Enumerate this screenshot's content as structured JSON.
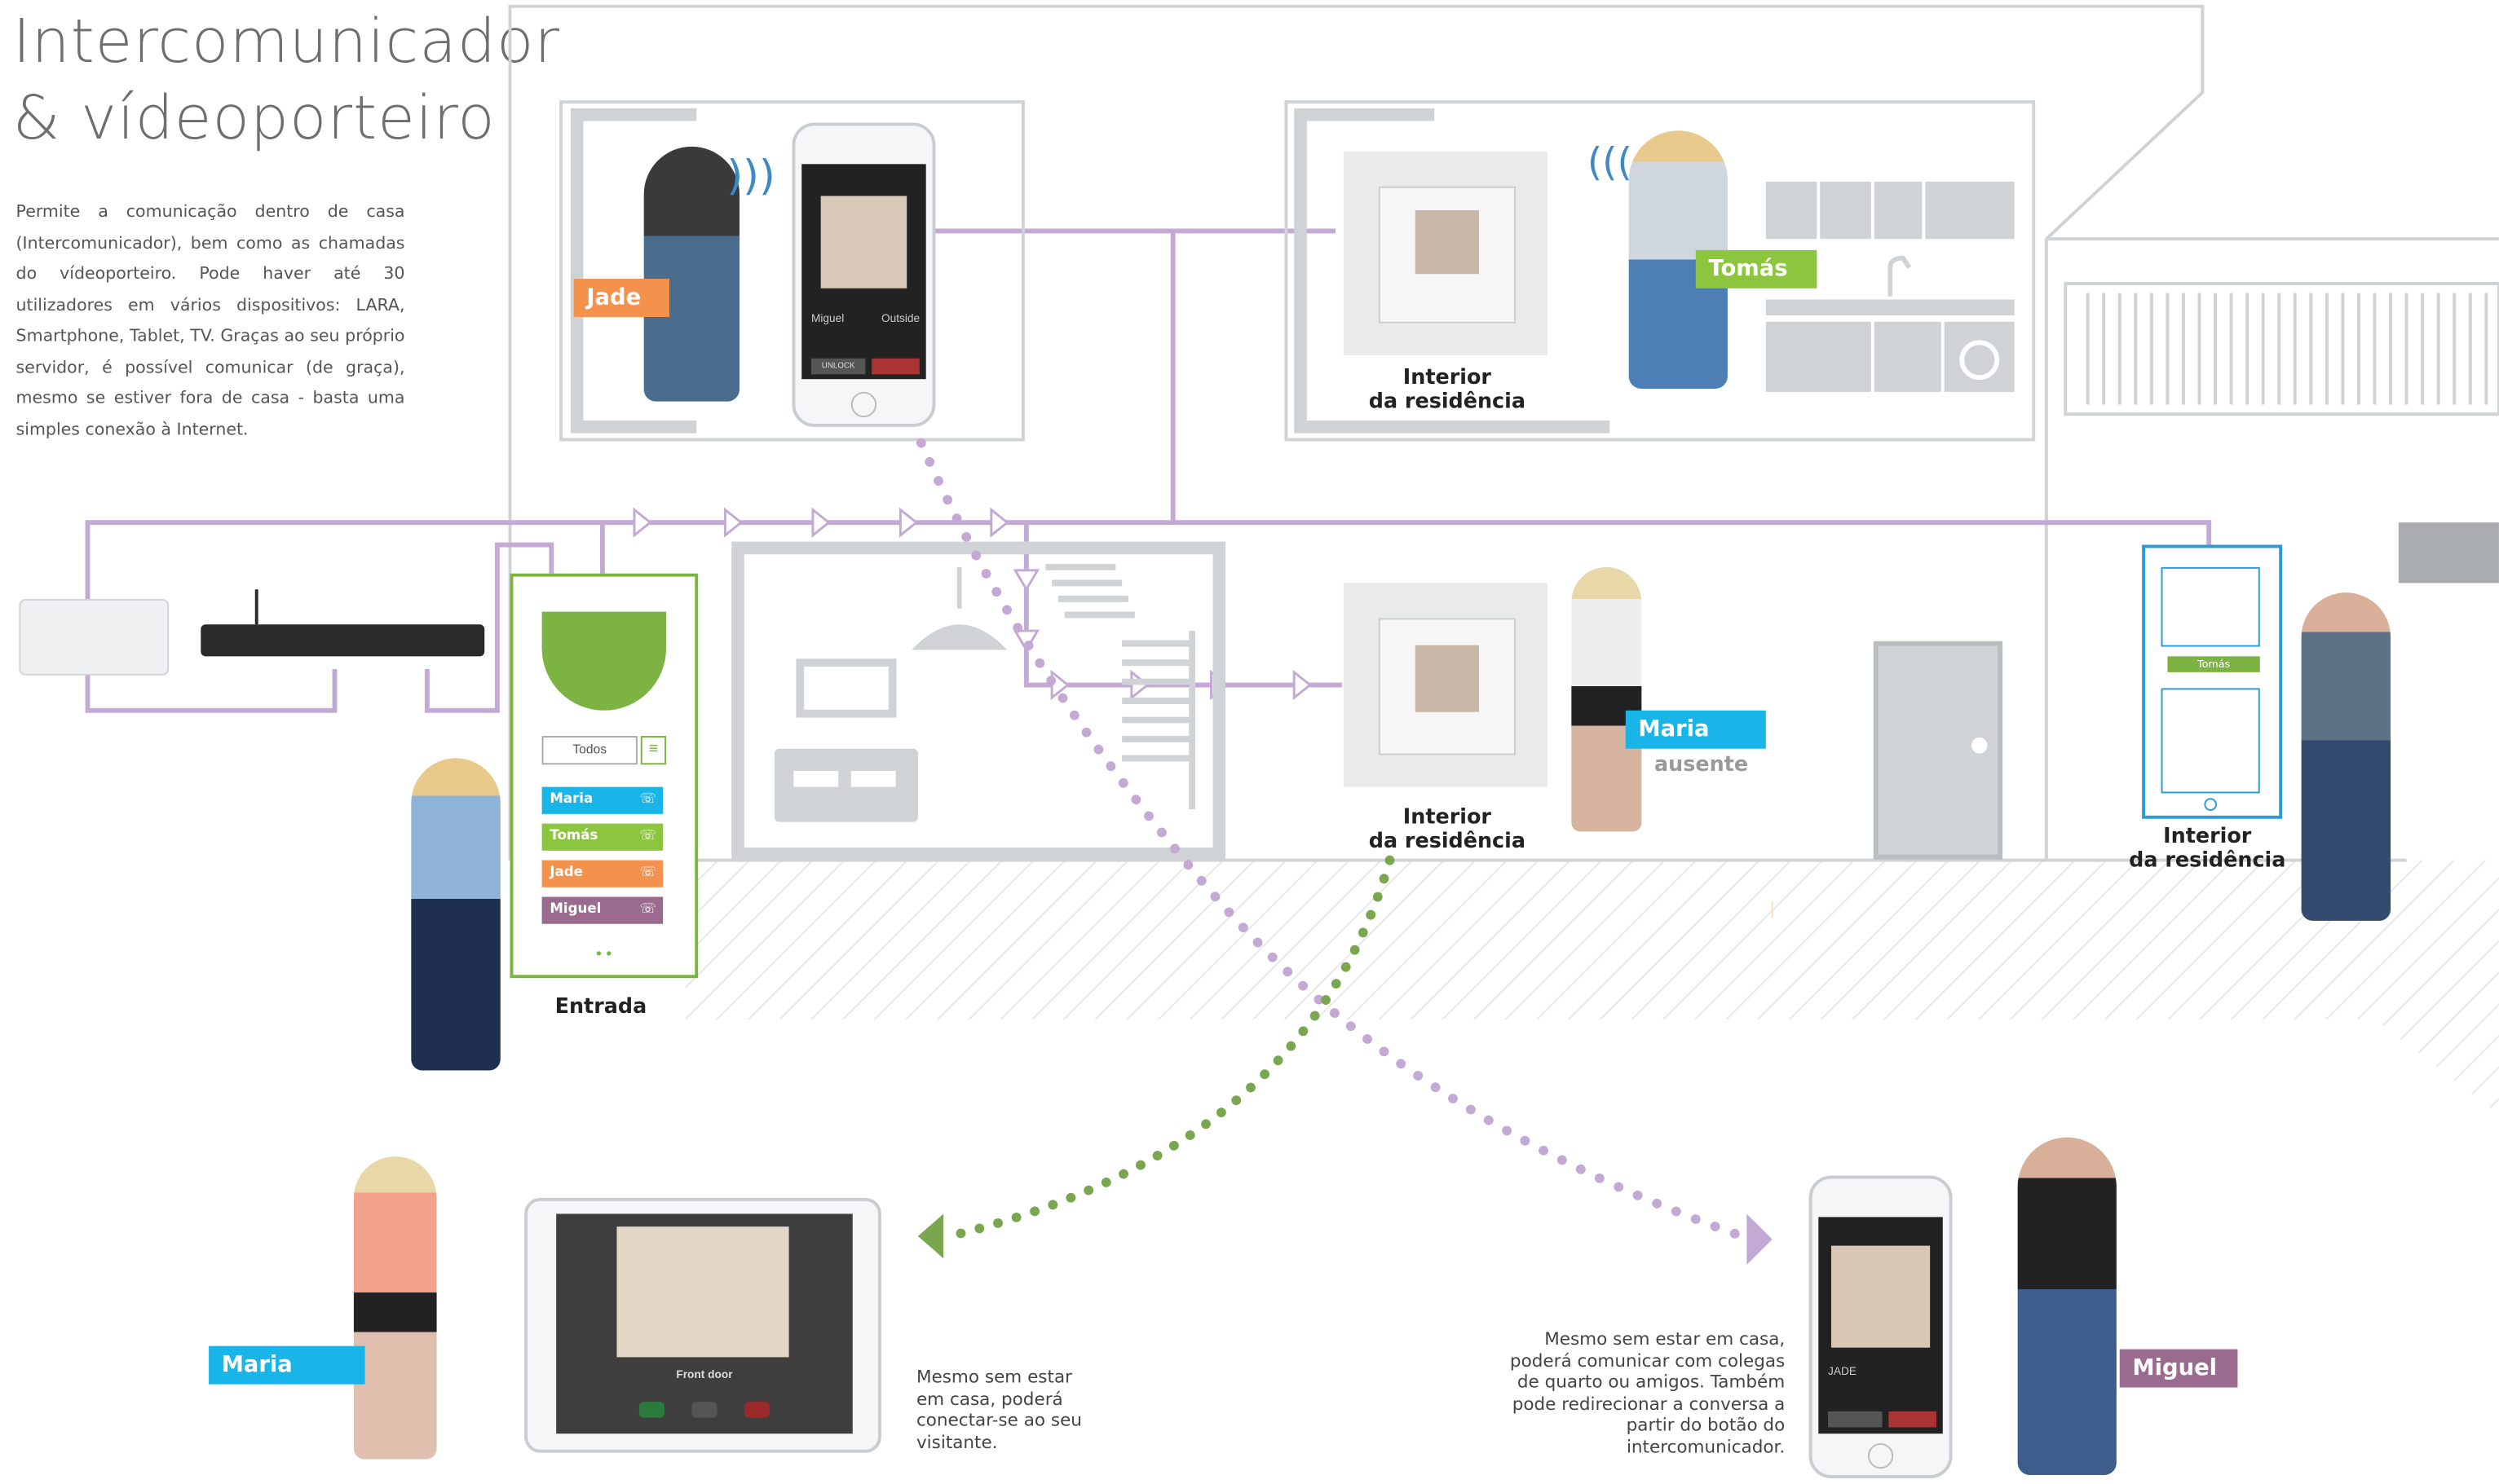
{
  "title": {
    "line1": "Intercomunicador",
    "line2": "& vídeoporteiro"
  },
  "intro": "Permite a comunicação dentro de casa (Intercomunicador), bem como as chamadas do vídeoporteiro. Pode haver até 30 utilizadores em vários dispositivos: LARA, Smartphone, Tablet, TV. Graças ao seu próprio servidor, é possível comunicar (de graça), mesmo se estiver fora de casa - basta uma simples conexão à Internet.",
  "colors": {
    "jade": "#f4914d",
    "tomas": "#8cc63f",
    "maria": "#1ab5e8",
    "miguel": "#9b6b8f",
    "entrada": "#7cb342",
    "lines": "#c3a9d3",
    "building": "#cfd3d6"
  },
  "people": {
    "jade": "Jade",
    "tomas": "Tomás",
    "maria": "Maria",
    "maria_status": "ausente",
    "miguel": "Miguel"
  },
  "phone_top": {
    "caller": "Miguel",
    "source": "Outside",
    "unlock": "UNLOCK"
  },
  "captions": {
    "interior_line1": "Interior",
    "interior_line2": "da residência",
    "entrada": "Entrada"
  },
  "entrance_panel": {
    "todos": "Todos",
    "users": [
      {
        "name": "Maria",
        "color": "#1ab5e8"
      },
      {
        "name": "Tomás",
        "color": "#8cc63f"
      },
      {
        "name": "Jade",
        "color": "#f4914d"
      },
      {
        "name": "Miguel",
        "color": "#9b6b8f"
      }
    ]
  },
  "wall_panel_right": {
    "selected": "Tomás"
  },
  "tablet": {
    "label": "Front door"
  },
  "phone_bottom": {
    "caller": "JADE"
  },
  "notes": {
    "tablet": "Mesmo sem estar em casa, poderá conectar-se ao seu visitante.",
    "phone": "Mesmo sem estar em casa, poderá comunicar com colegas de quarto ou amigos. Também pode redirecionar a conversa a partir do botão do intercomunicador."
  }
}
